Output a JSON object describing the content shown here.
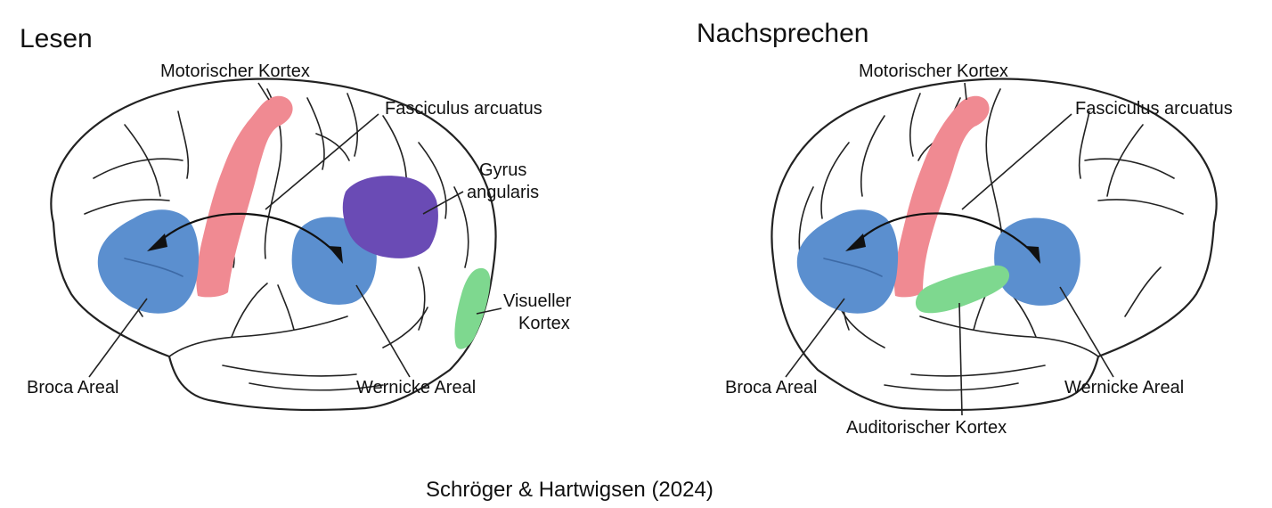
{
  "panels": [
    {
      "title": "Lesen",
      "labels": {
        "motor": "Motorischer Kortex",
        "fasciculus": "Fasciculus arcuatus",
        "gyrus_line1": "Gyrus",
        "gyrus_line2": "angularis",
        "visual_line1": "Visueller",
        "visual_line2": "Kortex",
        "broca": "Broca Areal",
        "wernicke": "Wernicke Areal"
      }
    },
    {
      "title": "Nachsprechen",
      "labels": {
        "motor": "Motorischer Kortex",
        "fasciculus": "Fasciculus arcuatus",
        "broca": "Broca Areal",
        "wernicke": "Wernicke Areal",
        "auditory": "Auditorischer Kortex"
      }
    }
  ],
  "caption": "Schröger & Hartwigsen (2024)",
  "colors": {
    "language_areas": "#5b8fcf",
    "motor_cortex": "#f08a92",
    "gyrus_angularis": "#6a4bb5",
    "visual_cortex": "#7ed88f",
    "auditory_cortex": "#7ed88f"
  }
}
